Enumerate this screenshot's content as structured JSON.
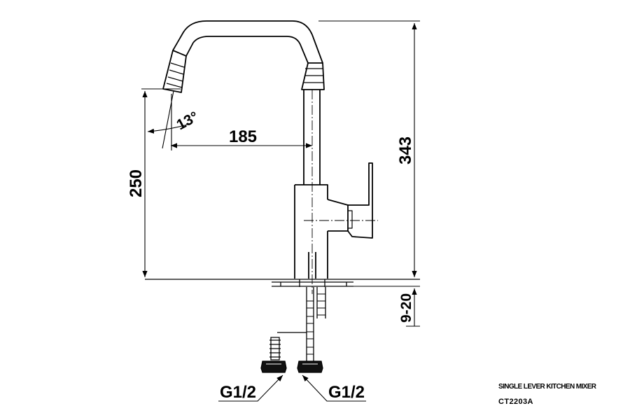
{
  "dimensions": {
    "angle": "13°",
    "spout_reach": "185",
    "spout_height": "250",
    "total_height": "343",
    "deck_thickness": "9-20",
    "inlet_left": "G1/2",
    "inlet_right": "G1/2"
  },
  "title_block": {
    "product_name": "SINGLE LEVER KITCHEN MIXER",
    "model_code": "CT2203A"
  }
}
